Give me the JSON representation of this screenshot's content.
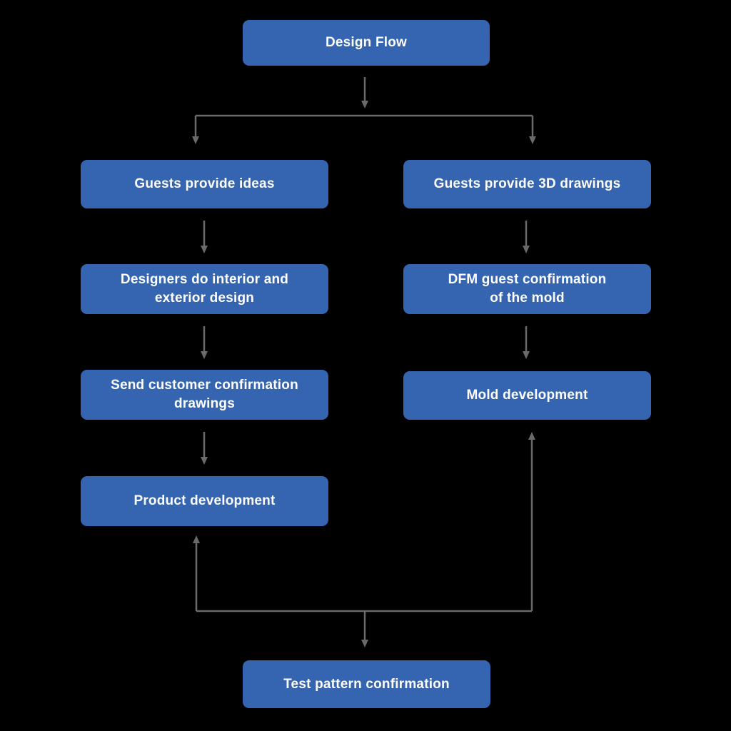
{
  "diagram": {
    "title": "Design Flow",
    "type": "flowchart",
    "colors": {
      "background": "#000000",
      "node_fill": "#3565b0",
      "node_text": "#ffffff",
      "connector": "#6a6a6a"
    },
    "nodes": {
      "design_flow": {
        "label": "Design Flow"
      },
      "guests_provide_ideas": {
        "label": "Guests provide ideas"
      },
      "designers_interior_exterior": {
        "label": "Designers do interior and\nexterior design"
      },
      "send_customer_confirmation": {
        "label": "Send customer confirmation\ndrawings"
      },
      "product_development": {
        "label": "Product development"
      },
      "guests_provide_3d": {
        "label": "Guests provide 3D drawings"
      },
      "dfm_guest_confirmation": {
        "label": "DFM guest confirmation\nof the mold"
      },
      "mold_development": {
        "label": "Mold development"
      },
      "test_pattern_confirmation": {
        "label": "Test pattern confirmation"
      }
    },
    "edges": [
      {
        "from": "design_flow",
        "to": "guests_provide_ideas"
      },
      {
        "from": "design_flow",
        "to": "guests_provide_3d"
      },
      {
        "from": "guests_provide_ideas",
        "to": "designers_interior_exterior"
      },
      {
        "from": "designers_interior_exterior",
        "to": "send_customer_confirmation"
      },
      {
        "from": "send_customer_confirmation",
        "to": "product_development"
      },
      {
        "from": "guests_provide_3d",
        "to": "dfm_guest_confirmation"
      },
      {
        "from": "dfm_guest_confirmation",
        "to": "mold_development"
      },
      {
        "from": "bottom_junction",
        "to": "product_development"
      },
      {
        "from": "bottom_junction",
        "to": "mold_development"
      },
      {
        "from": "bottom_junction",
        "to": "test_pattern_confirmation"
      }
    ]
  }
}
